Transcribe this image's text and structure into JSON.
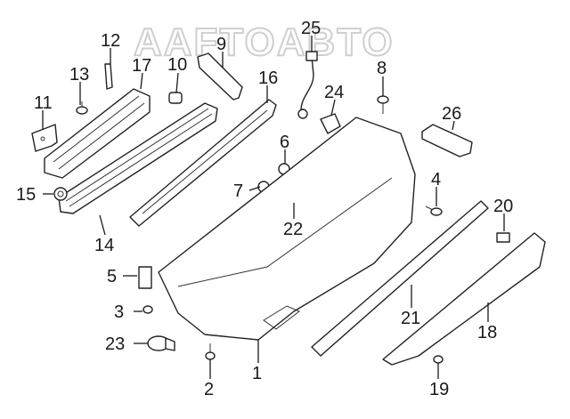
{
  "watermark": "AAFTOABTO",
  "callouts": [
    "1",
    "2",
    "3",
    "4",
    "5",
    "6",
    "7",
    "8",
    "9",
    "10",
    "11",
    "12",
    "13",
    "14",
    "15",
    "16",
    "17",
    "18",
    "19",
    "20",
    "21",
    "22",
    "23",
    "24",
    "25",
    "26"
  ]
}
